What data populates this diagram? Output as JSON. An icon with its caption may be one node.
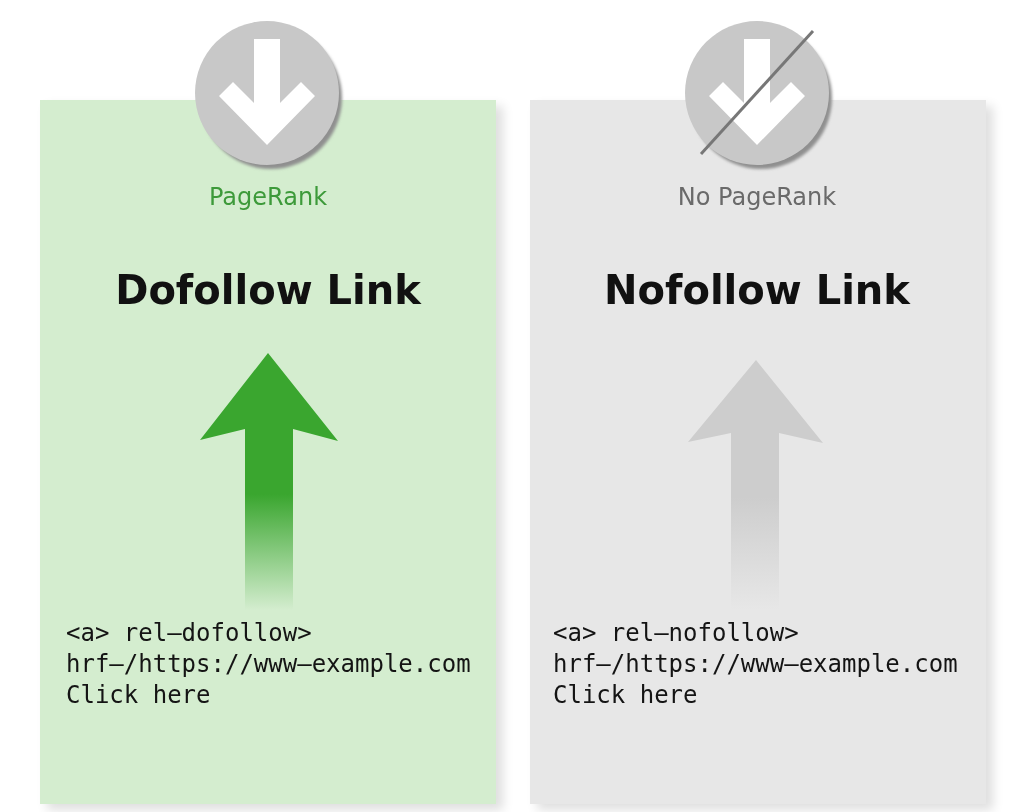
{
  "diagram": {
    "nodes": [
      {
        "text": [
          "PageRank",
          "Dofollow Link",
          "<a> rel—dofollow>",
          "hrf—/https://www—example.com",
          "Click here"
        ]
      },
      {
        "text": [
          "No PageRank",
          "Nofollow Link",
          "<a> rel—nofollow>",
          "hrf—/https://www—example.com",
          "Click here"
        ]
      }
    ]
  }
}
